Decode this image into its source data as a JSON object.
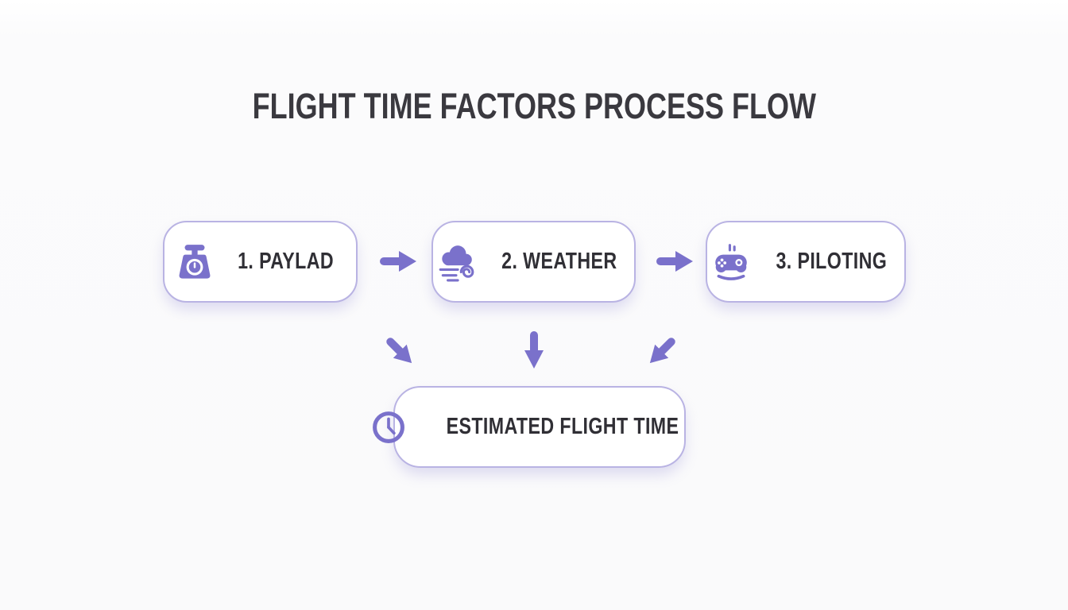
{
  "title": "FLIGHT TIME FACTORS PROCESS FLOW",
  "colors": {
    "accent": "#7A71CB",
    "border": "#B9B3E3",
    "ink": "#3A393F",
    "label": "#302F35"
  },
  "flow": {
    "nodes": [
      {
        "label": "1. PAYLAD",
        "icon": "scale-icon"
      },
      {
        "label": "2. WEATHER",
        "icon": "cloud-wind-icon"
      },
      {
        "label": "3. PILOTING",
        "icon": "game-controller-icon"
      }
    ],
    "result": {
      "label": "ESTIMATED FLIGHT TIME",
      "icon": "clock-icon"
    }
  }
}
